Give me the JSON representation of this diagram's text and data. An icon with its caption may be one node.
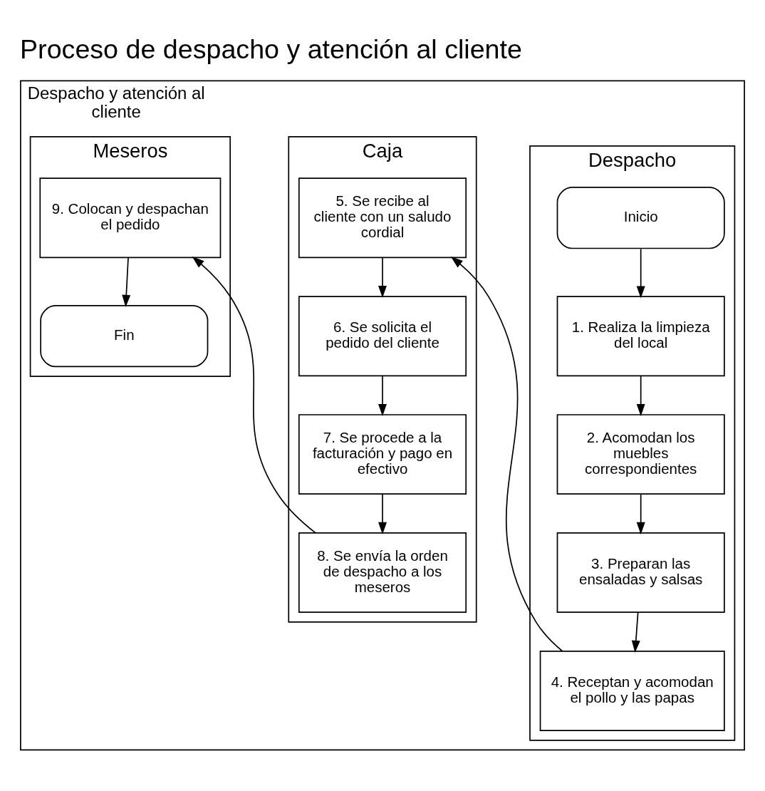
{
  "diagram": {
    "title": "Proceso de despacho y atención al cliente",
    "nodes": [
      {
        "text": [
          "Despacho y atención al cliente"
        ]
      },
      {
        "text": [
          "Despacho"
        ],
        "in": 0
      },
      {
        "text": [
          "Caja"
        ],
        "in": 0
      },
      {
        "text": [
          "Meseros"
        ],
        "in": 0
      },
      {
        "text": [
          "Inicio"
        ],
        "in": 1
      },
      {
        "text": [
          "1. Realiza la limpieza del local"
        ],
        "in": 1
      },
      {
        "text": [
          "2. Acomodan los muebles correspondientes"
        ],
        "in": 1
      },
      {
        "text": [
          "3. Preparan las ensaladas y salsas"
        ],
        "in": 1
      },
      {
        "text": [
          "4. Receptan y acomodan el pollo y las papas"
        ],
        "in": 1
      },
      {
        "text": [
          "5. Se recibe al cliente con un saludo cordial"
        ],
        "in": 2
      },
      {
        "text": [
          "6. Se solicita el pedido del cliente"
        ],
        "in": 2
      },
      {
        "text": [
          "7. Se procede a la facturación y pago en efectivo"
        ],
        "in": 2
      },
      {
        "text": [
          "8. Se envía la orden de despacho a los meseros"
        ],
        "in": 2
      },
      {
        "text": [
          "9. Colocan y despachan el pedido"
        ],
        "in": 3
      },
      {
        "text": [
          "Fin"
        ],
        "in": 3
      }
    ],
    "edges": [
      {
        "from": 4,
        "to": 5,
        "arrow": "to"
      },
      {
        "from": 5,
        "to": 6,
        "arrow": "to"
      },
      {
        "from": 6,
        "to": 7,
        "arrow": "to"
      },
      {
        "from": 7,
        "to": 8,
        "arrow": "to"
      },
      {
        "from": 8,
        "to": 9,
        "arrow": "to"
      },
      {
        "from": 9,
        "to": 10,
        "arrow": "to"
      },
      {
        "from": 10,
        "to": 11,
        "arrow": "to"
      },
      {
        "from": 11,
        "to": 12,
        "arrow": "to"
      },
      {
        "from": 12,
        "to": 13,
        "arrow": "to"
      },
      {
        "from": 13,
        "to": 14,
        "arrow": "to"
      }
    ]
  }
}
